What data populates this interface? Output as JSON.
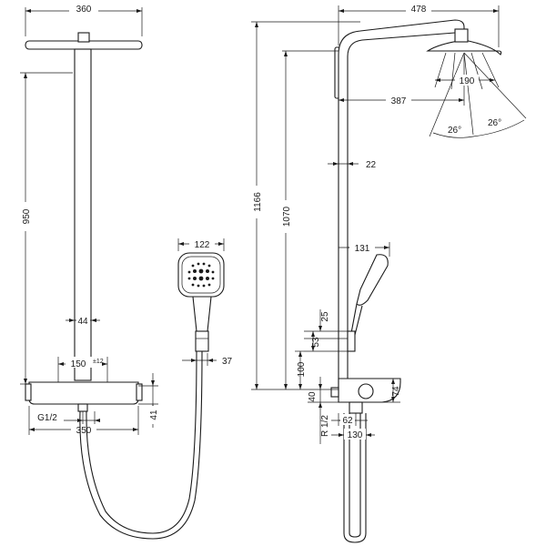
{
  "dimensions": {
    "front_width": "360",
    "front_height": "950",
    "pipe_width": "44",
    "thermostat_spacing": "150",
    "thermostat_spacing_tol": "±12",
    "thread_front": "G1/2",
    "front_base_width": "350",
    "front_base_height": "41",
    "handshower_width": "122",
    "handshower_holder": "37",
    "side_arm_length": "478",
    "total_height": "1166",
    "overhead_height": "1070",
    "arm_projection": "387",
    "head_diameter": "190",
    "tilt_angle_left": "26°",
    "tilt_angle_right": "26°",
    "pipe_depth": "22",
    "handshower_projection": "131",
    "holder_gap": "25",
    "holder_range": "53",
    "outlet_height": "100",
    "connection_height": "40",
    "side_base_height": "74",
    "thread_side": "R 1/2",
    "outlet_offset": "62",
    "hose_spacing": "130"
  }
}
